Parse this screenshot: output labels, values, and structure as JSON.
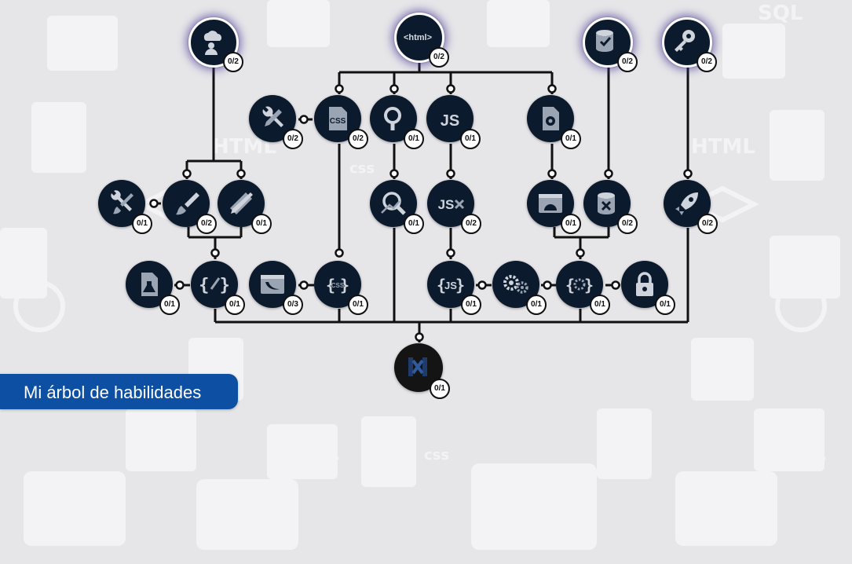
{
  "page": {
    "title": "Mi árbol de habilidades"
  },
  "colors": {
    "node": "#0b1a2c",
    "connector": "#111111",
    "title_bg": "#0d4fa3",
    "background": "#e6e5e8"
  },
  "nodes": {
    "mind": {
      "icon": "cloud-thought-icon",
      "progress": "0/2"
    },
    "html": {
      "icon": "html-tag-icon",
      "progress": "0/2",
      "label": "<html>"
    },
    "database": {
      "icon": "database-check-icon",
      "progress": "0/2"
    },
    "key": {
      "icon": "key-icon",
      "progress": "0/2"
    },
    "tools": {
      "icon": "wrench-pencil-icon",
      "progress": "0/2"
    },
    "css": {
      "icon": "css-file-icon",
      "progress": "0/2",
      "label": "CSS"
    },
    "search": {
      "icon": "magnifier-icon",
      "progress": "0/1"
    },
    "js": {
      "icon": "js-icon",
      "progress": "0/1",
      "label": "JS"
    },
    "file_gear": {
      "icon": "file-gear-icon",
      "progress": "0/1"
    },
    "wrench_brush": {
      "icon": "wrench-brush-icon",
      "progress": "0/1"
    },
    "brush": {
      "icon": "paintbrush-icon",
      "progress": "0/2"
    },
    "pencil_ruler": {
      "icon": "pencil-ruler-icon",
      "progress": "0/1"
    },
    "search_chart": {
      "icon": "search-chart-icon",
      "progress": "0/1"
    },
    "js_tools": {
      "icon": "js-tools-icon",
      "progress": "0/2",
      "label": "JS"
    },
    "browser_gauge": {
      "icon": "browser-gauge-icon",
      "progress": "0/1"
    },
    "db_tools": {
      "icon": "database-tools-icon",
      "progress": "0/2"
    },
    "rocket": {
      "icon": "rocket-icon",
      "progress": "0/2"
    },
    "file_flask": {
      "icon": "file-flask-icon",
      "progress": "0/1"
    },
    "braces_brush": {
      "icon": "braces-brush-icon",
      "progress": "0/1"
    },
    "jquery": {
      "icon": "jquery-window-icon",
      "progress": "0/3"
    },
    "braces_css": {
      "icon": "braces-css-icon",
      "progress": "0/1",
      "label": "CSS"
    },
    "braces_js": {
      "icon": "braces-js-icon",
      "progress": "0/1",
      "label": "JS"
    },
    "gears": {
      "icon": "gears-icon",
      "progress": "0/1"
    },
    "braces_gears": {
      "icon": "braces-gears-icon",
      "progress": "0/1"
    },
    "lock": {
      "icon": "lock-icon",
      "progress": "0/1"
    },
    "final": {
      "icon": "final-emblem-icon",
      "progress": "0/1"
    }
  }
}
